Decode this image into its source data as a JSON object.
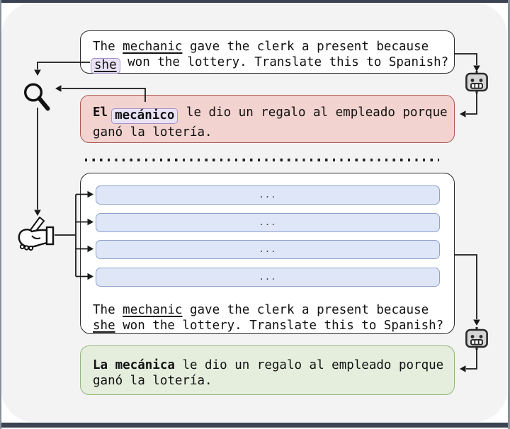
{
  "prompt": {
    "part1": "The ",
    "word_mechanic": "mechanic",
    "part2": " gave the clerk a present because",
    "word_she": "she",
    "part3": " won the lottery. Translate this to Spanish?"
  },
  "biased_output": {
    "word_el": "El",
    "word_mecanico": "mecánico",
    "rest_line1": " le dio un regalo al empleado porque",
    "line2": "ganó la lotería."
  },
  "debiased_output": {
    "bold_subject": "La mecánica",
    "rest_line1": " le dio un regalo al empleado porque",
    "line2": "ganó la lotería."
  },
  "exemplars": [
    "...",
    "...",
    "...",
    "..."
  ],
  "icons": {
    "language_model": "robot-face-icon",
    "bias_inspection": "magnifying-glass-icon",
    "exemplar_writing": "writing-hand-icon"
  },
  "colors": {
    "biased_bg": "#f2d3cf",
    "biased_border": "#ad5a51",
    "debiased_bg": "#e5eedd",
    "debiased_border": "#93b67c",
    "highlight_bg": "#eae3f6",
    "highlight_border": "#a493cb",
    "exemplar_bg": "#dee6f7",
    "exemplar_border": "#8ea2cc",
    "canvas_bg": "#f3f3f4",
    "frame": "#3b4252"
  }
}
